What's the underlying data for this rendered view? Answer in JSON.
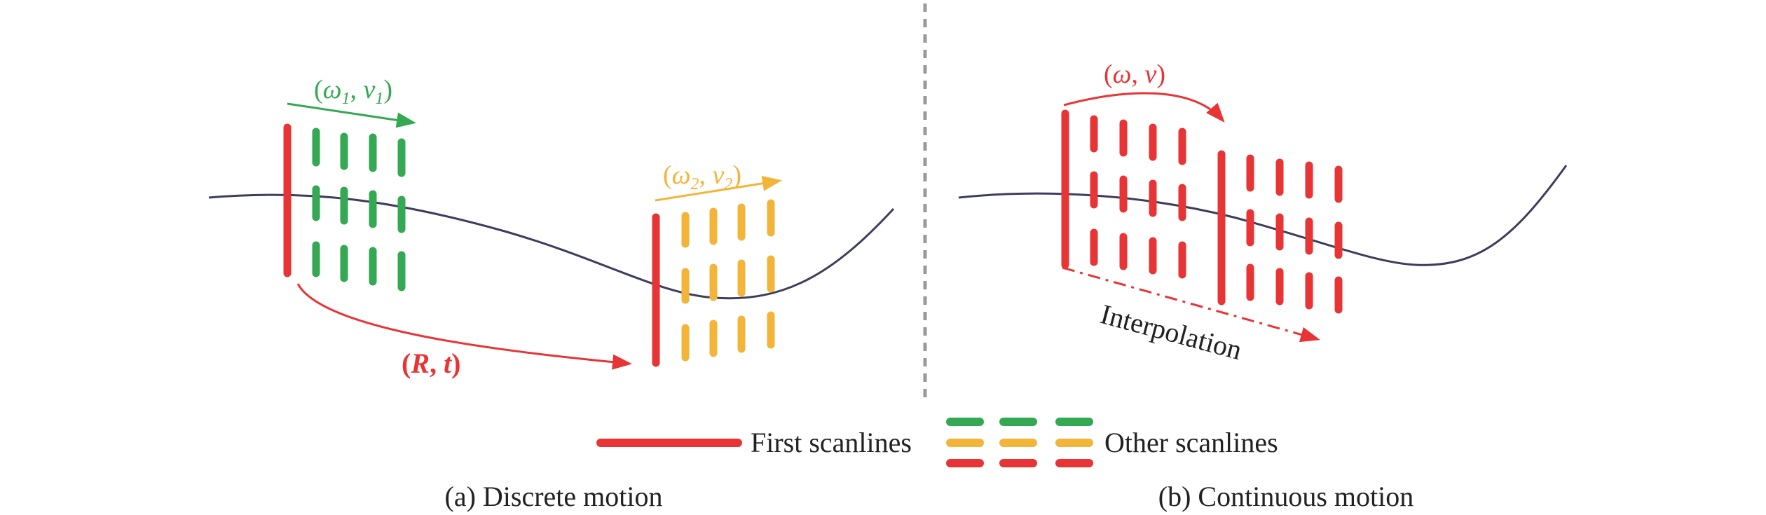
{
  "colors": {
    "red": "#e83434",
    "green": "#34a853",
    "yellow": "#f2b53a",
    "curve": "#3d3d5c",
    "divider": "#9a9a9a",
    "text": "#222222"
  },
  "panel_a": {
    "caption": "(a) Discrete motion",
    "motion1": {
      "open": "(",
      "w": "ω",
      "w_sub": "1",
      "comma": ", ",
      "v": "v",
      "v_sub": "1",
      "close": ")"
    },
    "motion2": {
      "open": "(",
      "w": "ω",
      "w_sub": "2",
      "comma": ", ",
      "v": "v",
      "v_sub": "2",
      "close": ")"
    },
    "transform": {
      "open": "(",
      "R": "R",
      "comma": ", ",
      "t": "t",
      "close": ")"
    }
  },
  "panel_b": {
    "caption": "(b) Continuous motion",
    "motion": {
      "open": "(",
      "w": "ω",
      "comma": ", ",
      "v": "v",
      "close": ")"
    },
    "interpolation": "Interpolation"
  },
  "legend": {
    "first_scanlines": "First scanlines",
    "other_scanlines": "Other scanlines"
  }
}
